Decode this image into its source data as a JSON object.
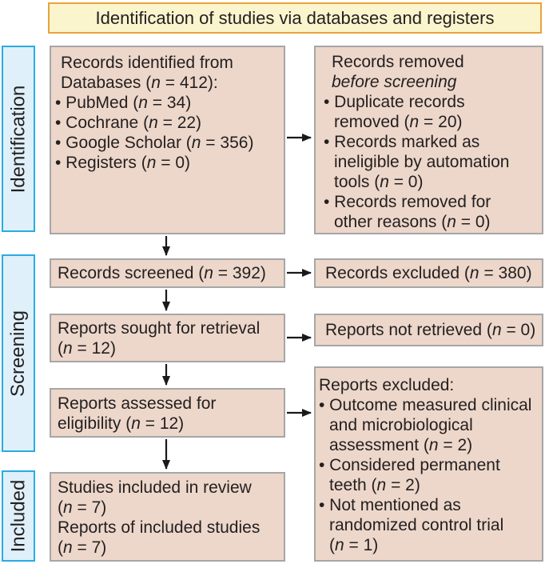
{
  "banner": {
    "title": "Identification of studies via databases and registers"
  },
  "stages": {
    "identification": {
      "label": "Identification"
    },
    "screening": {
      "label": "Screening"
    },
    "included": {
      "label": "Included"
    }
  },
  "boxes": {
    "records_identified": {
      "lines": [
        "Records identified from",
        "Databases (*n* = 412):",
        "• PubMed (*n* = 34)",
        "• Cochrane (*n* = 22)",
        "• Google Scholar (*n* = 356)",
        "• Registers (*n* = 0)"
      ]
    },
    "records_removed": {
      "lines": [
        "Records removed",
        "*before screening*",
        "• Duplicate records",
        "removed (*n* = 20)",
        "• Records marked as",
        "ineligible by automation",
        "tools (*n* = 0)",
        "• Records removed for",
        "other reasons (*n* = 0)"
      ]
    },
    "records_screened": {
      "text": "Records screened (*n* = 392)"
    },
    "records_excluded": {
      "text": "Records excluded (*n* = 380)"
    },
    "reports_sought": {
      "lines": [
        "Reports sought for retrieval",
        "(*n* = 12)"
      ]
    },
    "reports_not_retrieved": {
      "text": "Reports not retrieved (*n* = 0)"
    },
    "reports_assessed": {
      "lines": [
        "Reports assessed for",
        "eligibility (*n* = 12)"
      ]
    },
    "reports_excluded": {
      "lines": [
        "Reports excluded:",
        "• Outcome measured clinical",
        "and microbiological",
        "assessment (*n* = 2)",
        "• Considered permanent",
        "teeth (*n* = 2)",
        "• Not mentioned as",
        "randomized control trial",
        "(*n* = 1)"
      ]
    },
    "studies_included": {
      "lines": [
        "Studies included in review",
        "(*n* = 7)",
        "Reports of included studies",
        "(*n* = 7)"
      ]
    }
  },
  "colors": {
    "box_fill": "#EDD7CA",
    "box_border": "#A6A6A6",
    "banner_fill": "#FBF5CD",
    "banner_border": "#E8A33B",
    "stage_fill": "#DFF0FA",
    "stage_border": "#29ABE2",
    "arrow": "#1A1A1A",
    "text": "#232021"
  }
}
